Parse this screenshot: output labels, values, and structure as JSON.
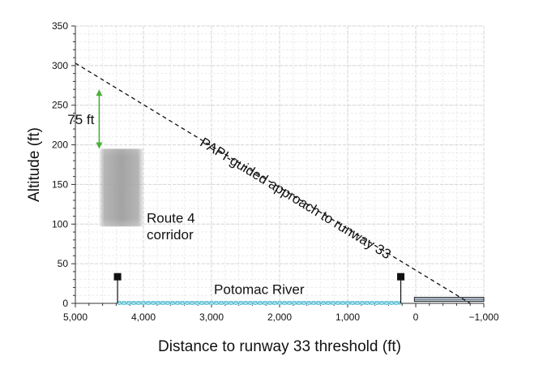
{
  "chart_data": {
    "type": "line",
    "xlabel": "Distance to runway 33 threshold (ft)",
    "ylabel": "Altitude (ft)",
    "xlim": [
      5000,
      -1000
    ],
    "ylim": [
      0,
      350
    ],
    "x_ticks": [
      5000,
      4000,
      3000,
      2000,
      1000,
      0,
      -1000
    ],
    "x_tick_labels": [
      "5,000",
      "4,000",
      "3,000",
      "2,000",
      "1,000",
      "0",
      "−1,000"
    ],
    "y_ticks": [
      0,
      50,
      100,
      150,
      200,
      250,
      300,
      350
    ],
    "y_tick_labels": [
      "0",
      "50",
      "100",
      "150",
      "200",
      "250",
      "300",
      "350"
    ],
    "grid": true,
    "approach_path": {
      "label": "PAPI-guided approach to runway 33",
      "x": [
        5000,
        -800
      ],
      "y": [
        303,
        0
      ]
    },
    "route4_corridor": {
      "label_line1": "Route 4",
      "label_line2": "corridor",
      "x": [
        4650,
        4000
      ],
      "y": [
        97,
        195
      ]
    },
    "clearance_annotation": {
      "label": "75 ft",
      "x": 4650,
      "y_bottom": 195,
      "y_top": 270,
      "color": "#4caf3c"
    },
    "river": {
      "label": "Potomac River",
      "x": [
        4380,
        220
      ],
      "color": "#7fd0e0"
    },
    "shore_markers": [
      {
        "x": 4380,
        "height": 30
      },
      {
        "x": 220,
        "height": 30
      }
    ],
    "runway": {
      "x": [
        20,
        -1000
      ],
      "y": 5,
      "color": "#b9c8d6"
    }
  }
}
